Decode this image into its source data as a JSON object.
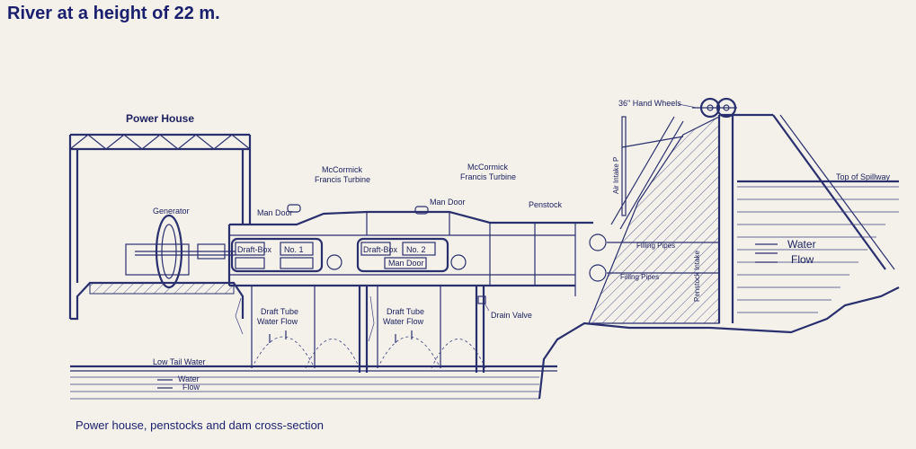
{
  "title": "River at a height of 22 m.",
  "caption": "Power house, penstocks and dam cross-section",
  "labels": {
    "power_house": "Power House",
    "generator": "Generator",
    "man_door_1": "Man Door",
    "man_door_2": "Man Door",
    "turbine_1_line1": "McCormick",
    "turbine_1_line2": "Francis Turbine",
    "turbine_2_line1": "McCormick",
    "turbine_2_line2": "Francis Turbine",
    "penstock": "Penstock",
    "hand_wheels": "36\" Hand Wheels",
    "air_intake": "Air Intake P",
    "top_of_spillway": "Top of Spillway",
    "water_flow_dam_1": "Water",
    "water_flow_dam_2": "Flow",
    "filling_pipes_1": "Filling Pipes",
    "filling_pipes_2": "Filling Pipes",
    "penstock_intake": "Penstock Intake",
    "draft_box_1": "Draft-Box",
    "no_1": "No. 1",
    "draft_box_2": "Draft-Box",
    "no_2": "No. 2",
    "man_door_box_1": "Man",
    "man_door_box_2": "Door",
    "draft_tube_1_line1": "Draft Tube",
    "draft_tube_1_line2": "Water Flow",
    "draft_tube_2_line1": "Draft Tube",
    "draft_tube_2_line2": "Water Flow",
    "drain_valve": "Drain Valve",
    "low_tail_water": "Low Tail Water",
    "water_flow_tail_1": "Water",
    "water_flow_tail_2": "Flow"
  },
  "colors": {
    "ink": "#2a2f6e",
    "title": "#1a1f6e",
    "paper": "#f3f1ea"
  }
}
